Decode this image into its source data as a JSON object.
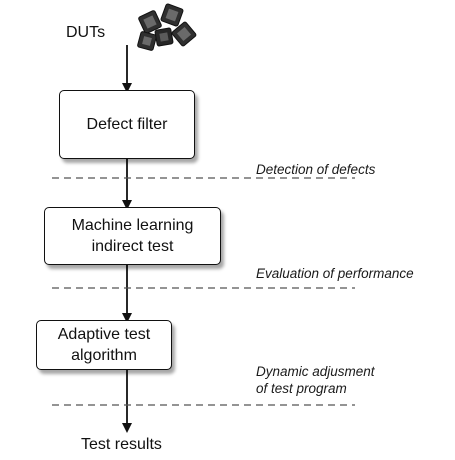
{
  "input_label": "DUTs",
  "stages": [
    {
      "lines": [
        "Defect filter"
      ]
    },
    {
      "lines": [
        "Machine learning",
        "indirect test"
      ]
    },
    {
      "lines": [
        "Adaptive test",
        "algorithm"
      ]
    }
  ],
  "notes": [
    {
      "lines": [
        "Detection of defects"
      ]
    },
    {
      "lines": [
        "Evaluation of performance"
      ]
    },
    {
      "lines": [
        "Dynamic adjusment",
        "of test program"
      ]
    }
  ],
  "output_label": "Test results",
  "colors": {
    "stroke": "#111111",
    "dashed_line": "#555555",
    "chip": "#333333"
  },
  "icons": {
    "dut_cluster": "chip-cluster-icon"
  }
}
